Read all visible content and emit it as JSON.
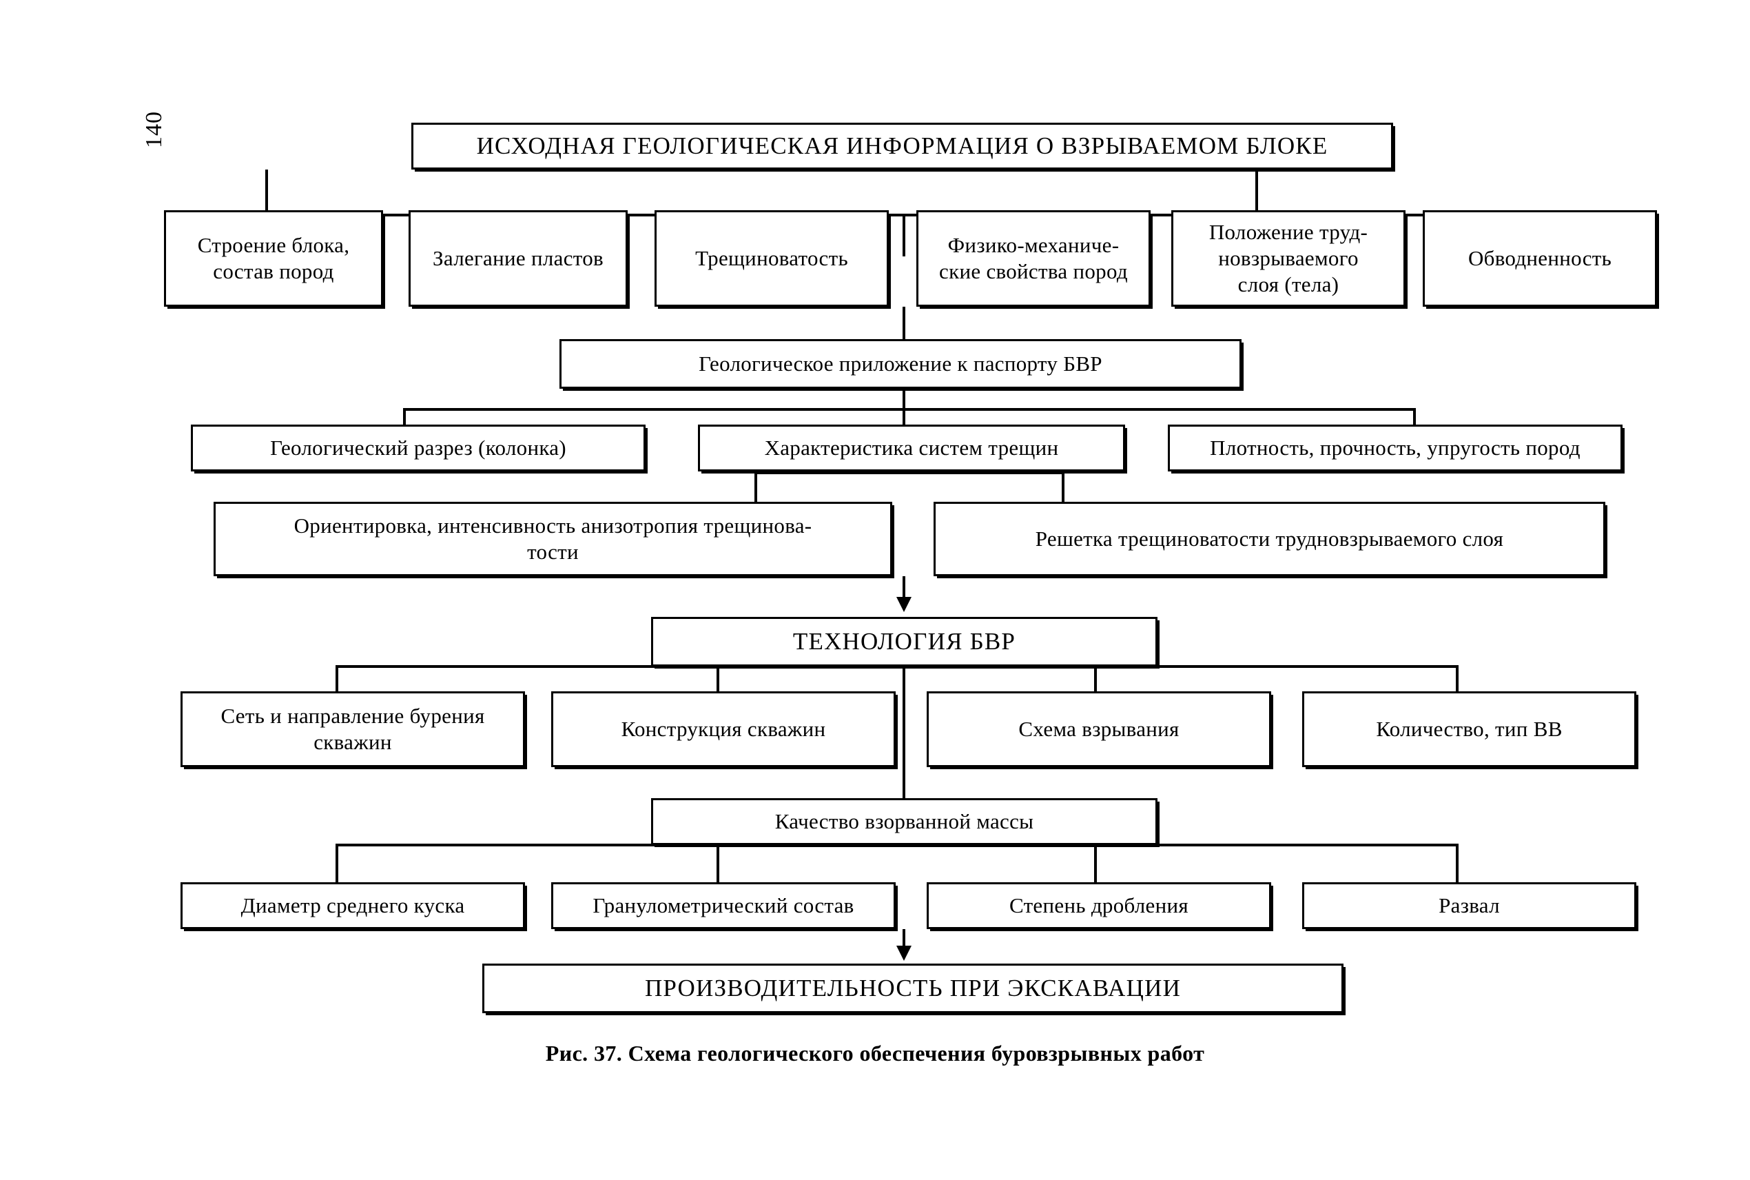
{
  "page": {
    "folio": "140",
    "caption": "Рис. 37. Схема геологического обеспечения буровзрывных работ"
  },
  "diagram": {
    "type": "flowchart",
    "title": "ИСХОДНАЯ ГЕОЛОГИЧЕСКАЯ ИНФОРМАЦИЯ О ВЗРЫВАЕМОМ БЛОКЕ",
    "levels": [
      {
        "name": "level-1-root",
        "nodes": [
          {
            "id": "root",
            "label": "ИСХОДНАЯ ГЕОЛОГИЧЕСКАЯ ИНФОРМАЦИЯ О ВЗРЫВАЕМОМ БЛОКЕ"
          }
        ]
      },
      {
        "name": "level-2-inputs",
        "nodes": [
          {
            "id": "n1",
            "label": "Строение блока,\nсостав пород"
          },
          {
            "id": "n2",
            "label": "Залегание пластов"
          },
          {
            "id": "n3",
            "label": "Трещиноватость"
          },
          {
            "id": "n4",
            "label": "Физико-механиче-\nские свойства пород"
          },
          {
            "id": "n5",
            "label": "Положение труд-\nновзрываемого\nслоя  (тела)"
          },
          {
            "id": "n6",
            "label": "Обводненность"
          }
        ]
      },
      {
        "name": "level-3-appendix",
        "nodes": [
          {
            "id": "n7",
            "label": "Геологическое приложение к паспорту БВР"
          }
        ]
      },
      {
        "name": "level-4-appendix-parts",
        "nodes": [
          {
            "id": "n8",
            "label": "Геологический разрез  (колонка)"
          },
          {
            "id": "n9",
            "label": "Характеристика систем трещин"
          },
          {
            "id": "n10",
            "label": "Плотность, прочность, упругость пород"
          }
        ]
      },
      {
        "name": "level-5-fracture-details",
        "nodes": [
          {
            "id": "n11",
            "label": "Ориентировка, интенсивность анизотропия трещинова-\nтости"
          },
          {
            "id": "n12",
            "label": "Решетка трещиноватости трудновзрываемого слоя"
          }
        ]
      },
      {
        "name": "level-6-technology",
        "nodes": [
          {
            "id": "n13",
            "label": "ТЕХНОЛОГИЯ БВР"
          }
        ]
      },
      {
        "name": "level-7-technology-parts",
        "nodes": [
          {
            "id": "n14",
            "label": "Сеть и направление бурения\nскважин"
          },
          {
            "id": "n15",
            "label": "Конструкция скважин"
          },
          {
            "id": "n16",
            "label": "Схема взрывания"
          },
          {
            "id": "n17",
            "label": "Количество, тип ВВ"
          }
        ]
      },
      {
        "name": "level-8-quality",
        "nodes": [
          {
            "id": "n18",
            "label": "Качество взорванной массы"
          }
        ]
      },
      {
        "name": "level-9-quality-parts",
        "nodes": [
          {
            "id": "n19",
            "label": "Диаметр среднего куска"
          },
          {
            "id": "n20",
            "label": "Гранулометрический состав"
          },
          {
            "id": "n21",
            "label": "Степень дробления"
          },
          {
            "id": "n22",
            "label": "Развал"
          }
        ]
      },
      {
        "name": "level-10-output",
        "nodes": [
          {
            "id": "n23",
            "label": "ПРОИЗВОДИТЕЛЬНОСТЬ ПРИ ЭКСКАВАЦИИ"
          }
        ]
      }
    ],
    "colors": {
      "ink": "#000000",
      "paper": "#ffffff"
    }
  }
}
